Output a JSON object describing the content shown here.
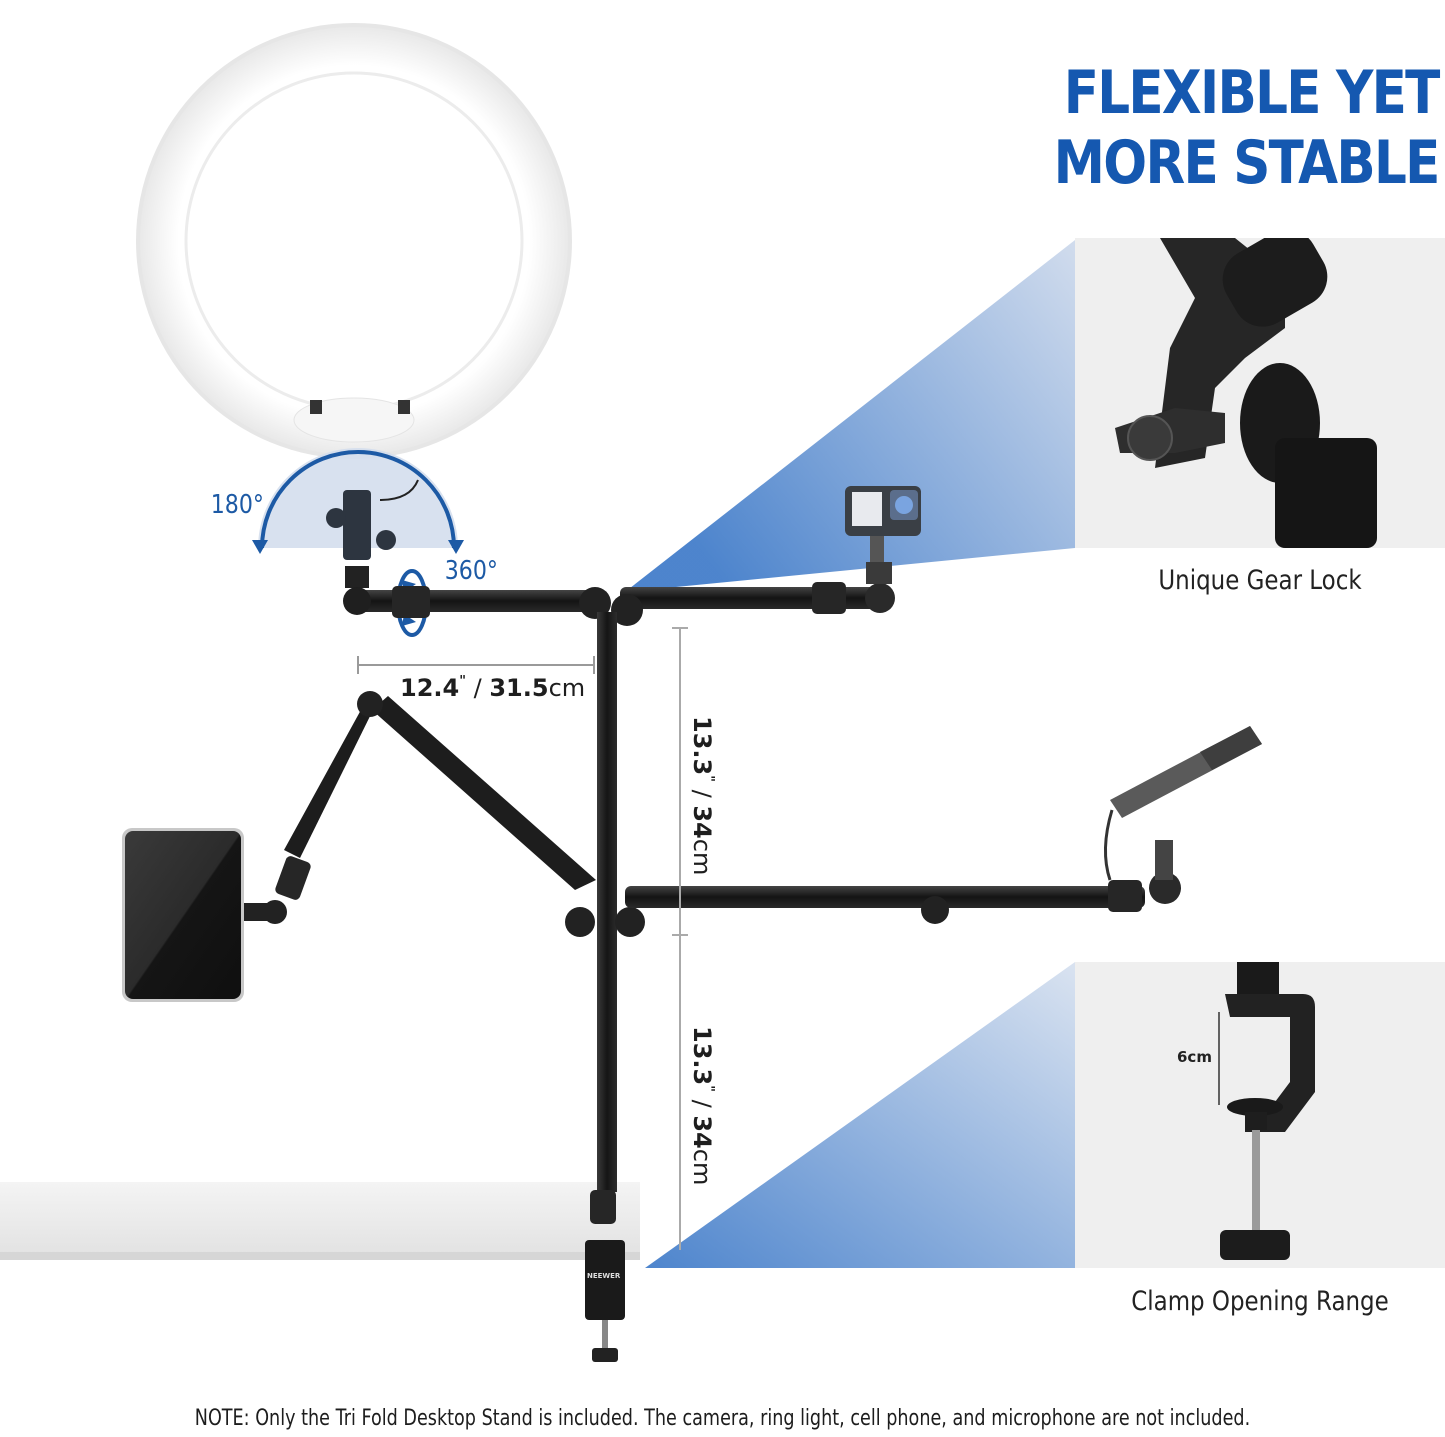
{
  "headline": {
    "line1": "FLEXIBLE YET",
    "line2": "MORE STABLE",
    "color": "#1558b0"
  },
  "rotation_labels": {
    "tilt": "180°",
    "swivel": "360°"
  },
  "dimensions": {
    "horizontal_arm": {
      "inch": "12.4",
      "inch_mark": "\"",
      "sep": " / ",
      "cm": "31.5",
      "unit": "cm"
    },
    "upper_pole": {
      "inch": "13.3",
      "inch_mark": "\"",
      "sep": " / ",
      "cm": "34",
      "unit": "cm"
    },
    "lower_pole": {
      "inch": "13.3",
      "inch_mark": "\"",
      "sep": " / ",
      "cm": "34",
      "unit": "cm"
    }
  },
  "insets": [
    {
      "caption": "Unique Gear Lock"
    },
    {
      "caption": "Clamp Opening Range",
      "measurement": "6cm"
    }
  ],
  "brand_label": "NEEWER",
  "note": "NOTE: Only the Tri Fold Desktop Stand is included. The camera, ring light, cell phone, and microphone are not included.",
  "colors": {
    "accent_blue": "#1d5aa5",
    "inset_bg": "#efefef",
    "metal_black": "#1b1b1b"
  }
}
